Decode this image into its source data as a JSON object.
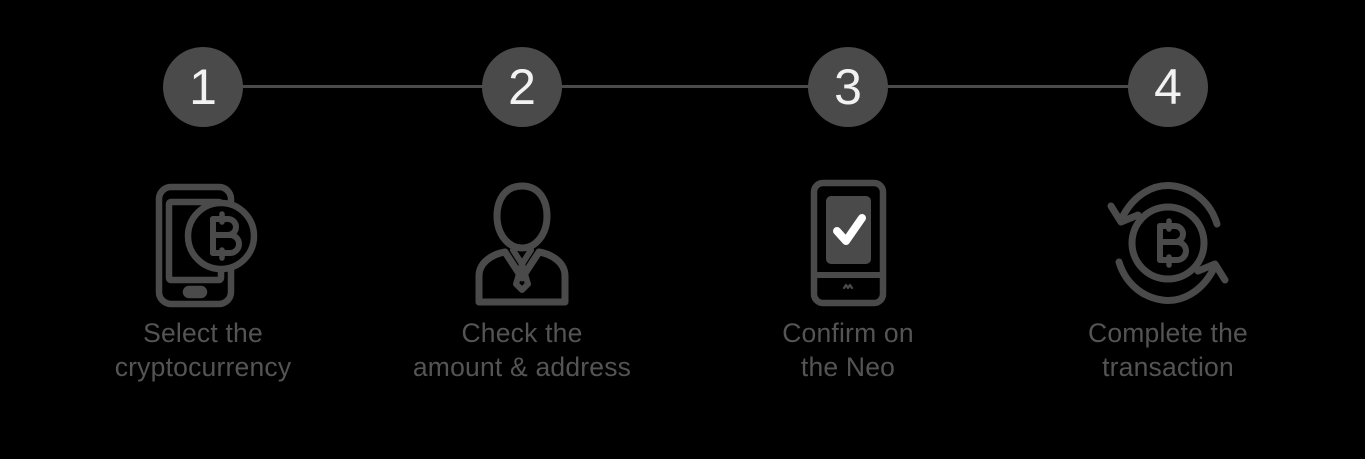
{
  "background_color": "#000000",
  "accent_color": "#4a4a4a",
  "stepper": {
    "line_color": "#4a4a4a",
    "nodes": [
      {
        "number": "1"
      },
      {
        "number": "2"
      },
      {
        "number": "3"
      },
      {
        "number": "4"
      }
    ]
  },
  "steps": [
    {
      "number": "1",
      "icon": "smartphone-bitcoin-icon",
      "caption": "Select the\ncryptocurrency"
    },
    {
      "number": "2",
      "icon": "person-suit-icon",
      "caption": "Check the\namount & address"
    },
    {
      "number": "3",
      "icon": "hardware-wallet-check-icon",
      "caption": "Confirm on\nthe Neo"
    },
    {
      "number": "4",
      "icon": "bitcoin-exchange-arrows-icon",
      "caption": "Complete the\ntransaction"
    }
  ],
  "caption_color": "#545454",
  "number_color": "#f2f2f2"
}
